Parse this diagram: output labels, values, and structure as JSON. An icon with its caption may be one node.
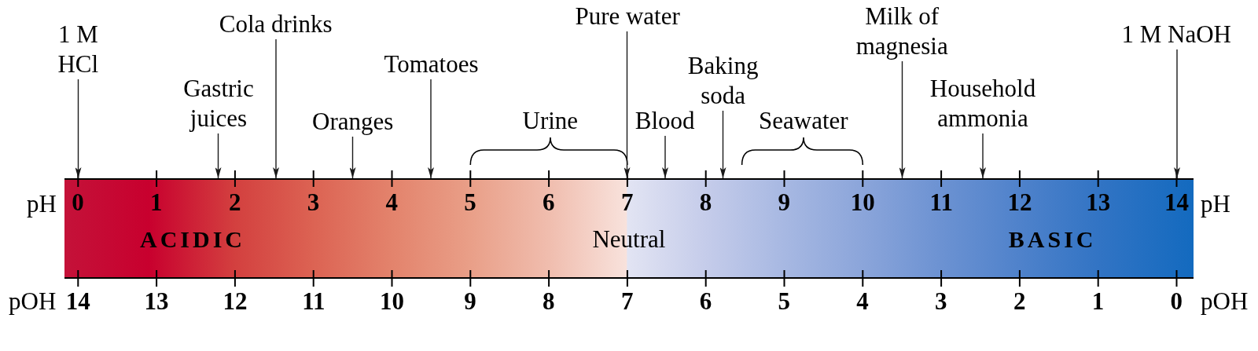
{
  "diagram": {
    "nodes": [
      {
        "text": [
          "1 M HCl"
        ]
      },
      {
        "text": [
          "Gastric juices"
        ]
      },
      {
        "text": [
          "Cola drinks"
        ]
      },
      {
        "text": [
          "Oranges"
        ]
      },
      {
        "text": [
          "Tomatoes"
        ]
      },
      {
        "text": [
          "Pure water"
        ]
      },
      {
        "text": [
          "Blood"
        ]
      },
      {
        "text": [
          "Baking soda"
        ]
      },
      {
        "text": [
          "Milk of magnesia"
        ]
      },
      {
        "text": [
          "Household ammonia"
        ]
      },
      {
        "text": [
          "1 M NaOH"
        ]
      },
      {
        "text": [
          "0",
          "1",
          "2",
          "3",
          "4",
          "5",
          "6",
          "7",
          "8",
          "9",
          "10",
          "11",
          "12",
          "13",
          "14",
          "ACIDIC",
          "Neutral",
          "BASIC"
        ],
        "beside": [
          "pH",
          "pH",
          "pOH",
          "14",
          "13",
          "12",
          "11",
          "10",
          "9",
          "8",
          "7",
          "6",
          "5",
          "4",
          "3",
          "2",
          "1",
          "0",
          "pOH"
        ]
      }
    ],
    "edges": [
      {
        "from": 0,
        "to": 11,
        "arrow": "to"
      },
      {
        "from": 1,
        "to": 11,
        "arrow": "to"
      },
      {
        "from": 2,
        "to": 11,
        "arrow": "to"
      },
      {
        "from": 3,
        "to": 11,
        "arrow": "to"
      },
      {
        "from": 4,
        "to": 11,
        "arrow": "to"
      },
      {
        "from": 5,
        "to": 11,
        "arrow": "to"
      },
      {
        "from": 6,
        "to": 11,
        "arrow": "to"
      },
      {
        "from": 7,
        "to": 11,
        "arrow": "to"
      },
      {
        "from": 8,
        "to": 11,
        "arrow": "to"
      },
      {
        "from": 9,
        "to": 11,
        "arrow": "to"
      },
      {
        "from": 10,
        "to": 11,
        "arrow": "to"
      }
    ],
    "labels": [
      "Urine",
      "Seawater"
    ]
  }
}
